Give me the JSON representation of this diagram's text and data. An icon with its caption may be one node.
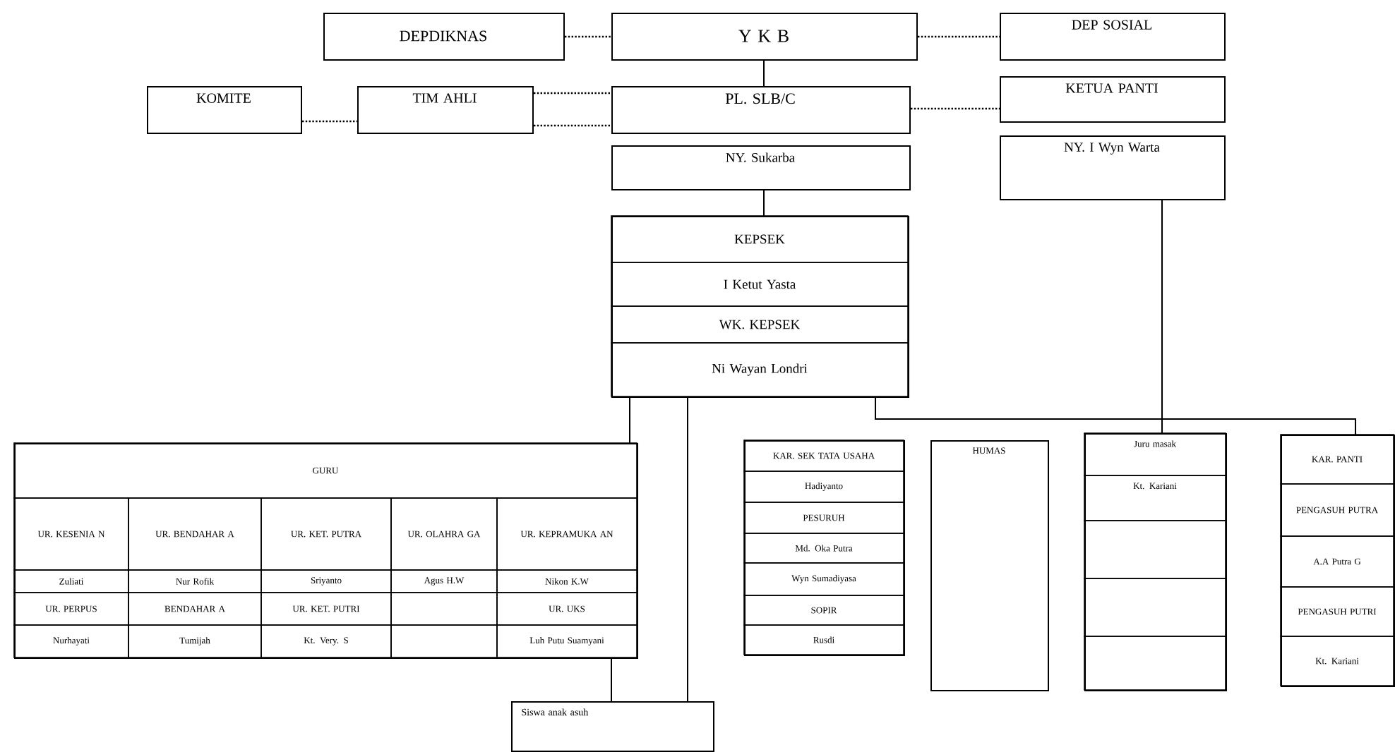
{
  "diagram": {
    "nodes": [
      {
        "text": [
          "DEPDIKNAS"
        ]
      },
      {
        "text": [
          "Y K B"
        ]
      },
      {
        "text": [
          "DEP SOSIAL"
        ]
      },
      {
        "text": [
          "KOMITE"
        ]
      },
      {
        "text": [
          "TIM AHLI"
        ]
      },
      {
        "text": [
          "PL. SLB/C"
        ]
      },
      {
        "text": [
          "KETUA PANTI"
        ]
      },
      {
        "text": [
          "NY. Sukarba"
        ]
      },
      {
        "text": [
          "NY. I Wyn Warta"
        ]
      },
      {
        "text": [
          "KEPSEK",
          "I Ketut Yasta",
          "WK. KEPSEK",
          "Ni Wayan Londri"
        ]
      },
      {
        "text": [
          "GURU",
          "UR. KESENIA N",
          "UR. BENDAHAR A",
          "UR. KET. PUTRA",
          "UR. OLAHRA GA",
          "UR. KEPRAMUKA AN",
          "Zuliati",
          "Nur Rofik",
          "Sriyanto",
          "Agus H.W",
          "Nikon K.W",
          "UR. PERPUS",
          "BENDAHAR A",
          "UR. KET. PUTRI",
          "UR. UKS",
          "Nurhayati",
          "Tumijah",
          "Kt. Very. S",
          "Luh Putu Suamyani"
        ]
      },
      {
        "text": [
          "KAR. SEK TATA USAHA",
          "Hadiyanto",
          "PESURUH",
          "Md. Oka Putra",
          "Wyn Sumadiyasa",
          "SOPIR",
          "Rusdi"
        ]
      },
      {
        "text": [
          "HUMAS"
        ]
      },
      {
        "text": [
          "Juru masak",
          "Kt. Kariani"
        ]
      },
      {
        "text": [
          "KAR. PANTI",
          "PENGASUH PUTRA",
          "A.A Putra G",
          "PENGASUH PUTRI",
          "Kt. Kariani"
        ]
      },
      {
        "text": [
          "Siswa anak asuh"
        ]
      }
    ],
    "edges": [
      {
        "from": 0,
        "to": 1,
        "arrow": "none",
        "style": "dashed"
      },
      {
        "from": 1,
        "to": 2,
        "arrow": "none",
        "style": "dashed"
      },
      {
        "from": 1,
        "to": 5,
        "arrow": "none"
      },
      {
        "from": 3,
        "to": 4,
        "arrow": "none",
        "style": "dashed"
      },
      {
        "from": 4,
        "to": 5,
        "arrow": "none",
        "style": "dashed"
      },
      {
        "from": 4,
        "to": 5,
        "arrow": "none",
        "style": "dashed"
      },
      {
        "from": 5,
        "to": 6,
        "arrow": "none",
        "style": "dashed"
      },
      {
        "from": 7,
        "to": 9,
        "arrow": "none"
      },
      {
        "from": 9,
        "to": 10,
        "arrow": "none"
      },
      {
        "from": 9,
        "to": 15,
        "arrow": "none"
      },
      {
        "from": 10,
        "to": 15,
        "arrow": "none"
      },
      {
        "from": 9,
        "to": 13,
        "arrow": "none"
      },
      {
        "from": 9,
        "to": 14,
        "arrow": "none"
      },
      {
        "from": 8,
        "to": 13,
        "arrow": "none"
      },
      {
        "from": 8,
        "to": 14,
        "arrow": "none"
      }
    ]
  }
}
